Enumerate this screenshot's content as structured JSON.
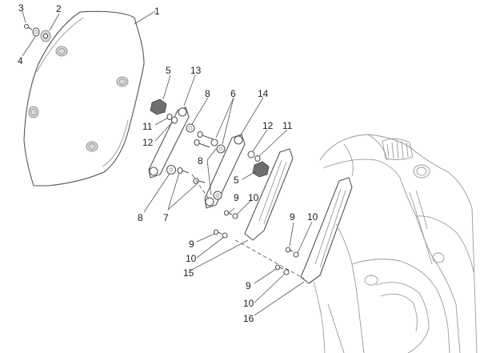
{
  "callouts": [
    {
      "id": "c1",
      "label": "1"
    },
    {
      "id": "c2",
      "label": "2"
    },
    {
      "id": "c3",
      "label": "3"
    },
    {
      "id": "c4",
      "label": "4"
    },
    {
      "id": "c5a",
      "label": "5"
    },
    {
      "id": "c13",
      "label": "13"
    },
    {
      "id": "c8a",
      "label": "8"
    },
    {
      "id": "c6",
      "label": "6"
    },
    {
      "id": "c14",
      "label": "14"
    },
    {
      "id": "c11a",
      "label": "11"
    },
    {
      "id": "c12a",
      "label": "12"
    },
    {
      "id": "c12b",
      "label": "12"
    },
    {
      "id": "c11b",
      "label": "11"
    },
    {
      "id": "c8b",
      "label": "8"
    },
    {
      "id": "c5b",
      "label": "5"
    },
    {
      "id": "c9a",
      "label": "9"
    },
    {
      "id": "c10a",
      "label": "10"
    },
    {
      "id": "c8c",
      "label": "8"
    },
    {
      "id": "c7",
      "label": "7"
    },
    {
      "id": "c9b",
      "label": "9"
    },
    {
      "id": "c10b",
      "label": "10"
    },
    {
      "id": "c15",
      "label": "15"
    },
    {
      "id": "c9c",
      "label": "9"
    },
    {
      "id": "c10c",
      "label": "10"
    },
    {
      "id": "c9d",
      "label": "9"
    },
    {
      "id": "c10d",
      "label": "10"
    },
    {
      "id": "c16",
      "label": "16"
    }
  ]
}
